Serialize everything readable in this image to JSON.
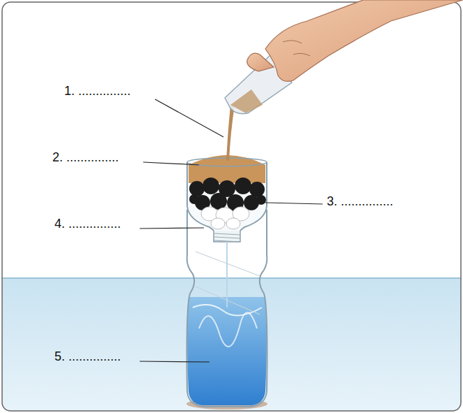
{
  "diagram": {
    "labels": [
      "1. ...............",
      "2. ...............",
      "3. ...............",
      "4. ...............",
      "5. ..............."
    ]
  }
}
